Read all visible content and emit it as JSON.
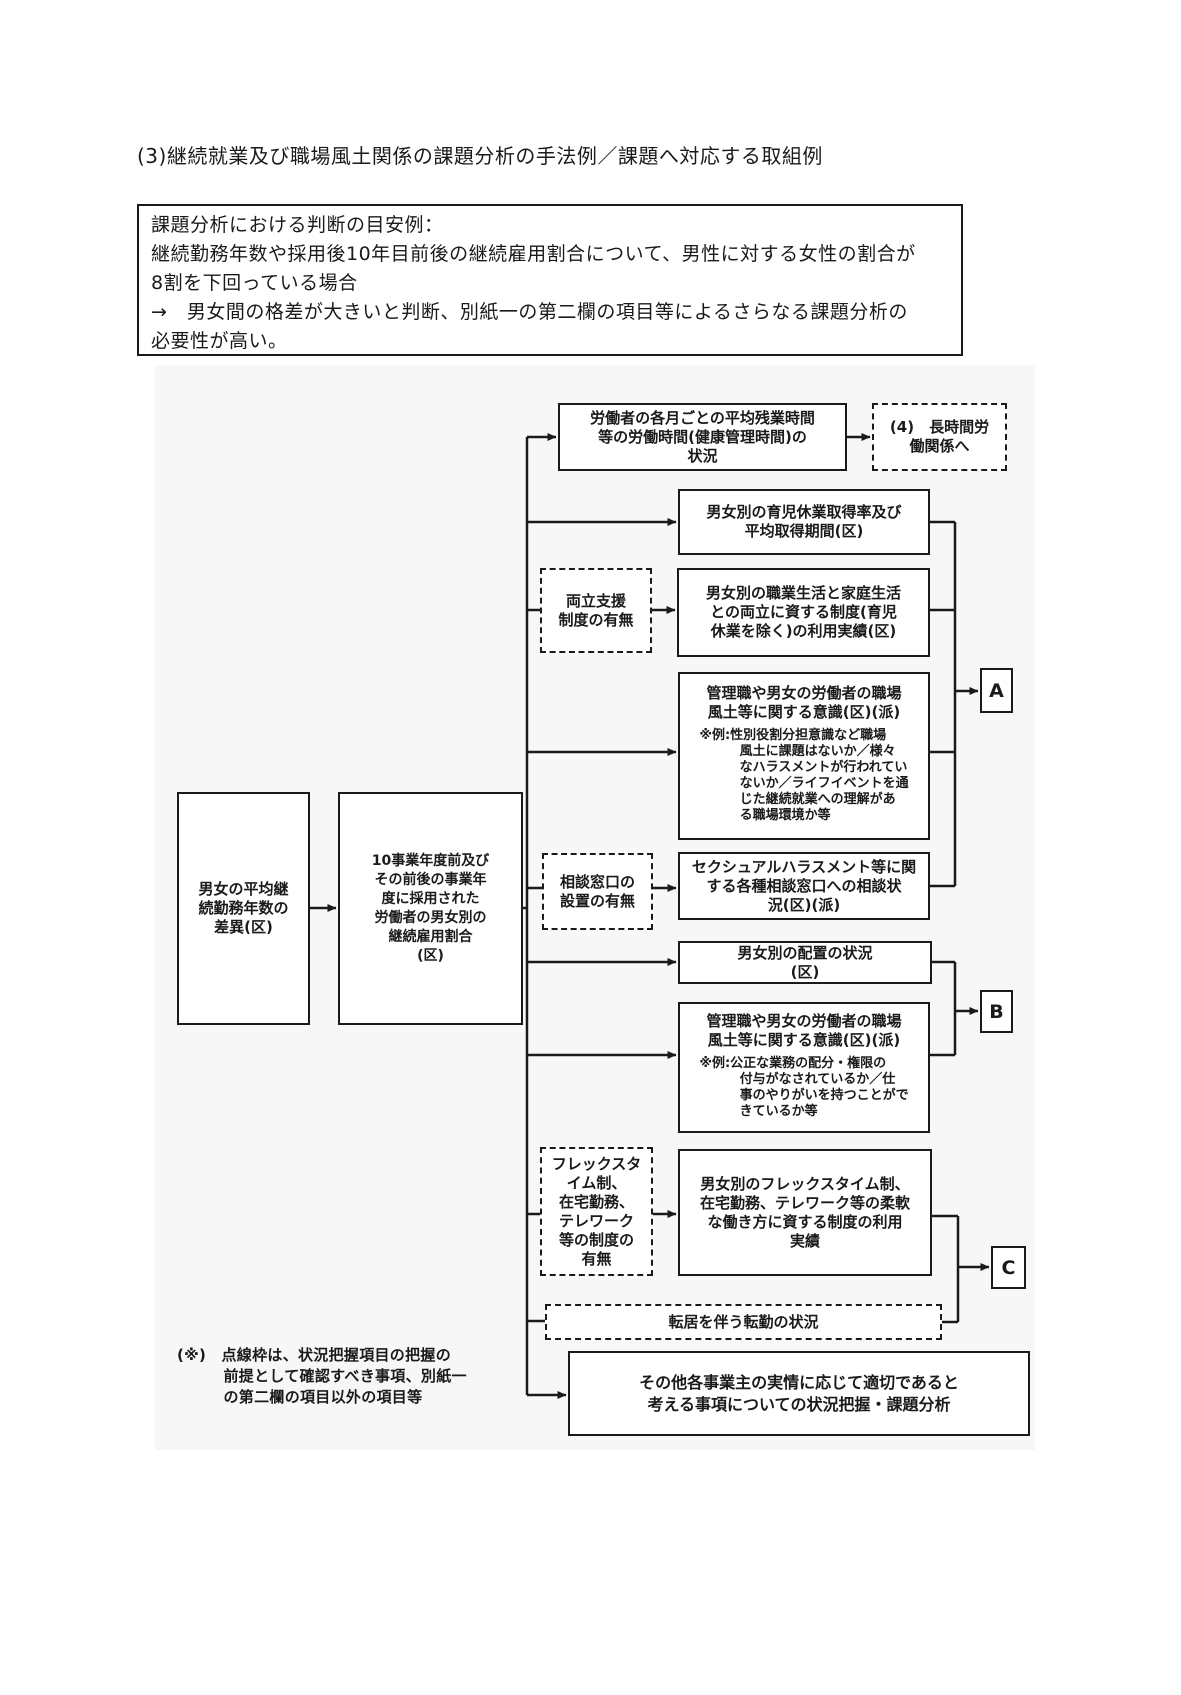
{
  "page": {
    "title": "(3)継続就業及び職場風土関係の課題分析の手法例／課題へ対応する取組例"
  },
  "guideline": {
    "text": "課題分析における判断の目安例：\n継続勤務年数や採用後10年目前後の継続雇用割合について、男性に対する女性の割合が\n8割を下回っている場合\n→　男女間の格差が大きいと判断、別紙一の第二欄の項目等によるさらなる課題分析の\n必要性が高い。"
  },
  "flowchart": {
    "colors": {
      "ink": "#1a1a1a",
      "figure_bg": "#f7f7f7"
    },
    "nodes": {
      "tenure": "男女の平均継\n続勤務年数の\n差異(区)",
      "hire_ratio": "10事業年度前及び\nその前後の事業年\n度に採用された\n労働者の男女別の\n継続雇用割合\n(区)",
      "worktime": "労働者の各月ごとの平均残業時間\n等の労働時間(健康管理時間)の\n状況",
      "long_hours": "(4)　長時間労\n働関係へ",
      "childcare": "男女別の育児休業取得率及び\n平均取得期間(区)",
      "support": "両立支援\n制度の有無",
      "balance": "男女別の職業生活と家庭生活\nとの両立に資する制度(育児\n休業を除く)の利用実績(区)",
      "awareness1_title": "管理職や男女の労働者の職場\n風土等に関する意識(区)(派)",
      "awareness1_note": "※例:性別役割分担意識など職場\n風土に課題はないか／様々\nなハラスメントが行われてい\nないか／ライフイベントを通\nじた継続就業への理解があ\nる職場環境か等",
      "consult": "相談窓口の\n設置の有無",
      "harassment": "セクシュアルハラスメント等に関\nする各種相談窓口への相談状\n況(区)(派)",
      "placement": "男女別の配置の状況\n(区)",
      "awareness2_title": "管理職や男女の労働者の職場\n風土等に関する意識(区)(派)",
      "awareness2_note": "※例:公正な業務の配分・権限の\n付与がなされているか／仕\n事のやりがいを持つことがで\nきているか等",
      "flex": "フレックスタ\nイム制、\n在宅勤務、\nテレワーク\n等の制度の\n有無",
      "flexible_use": "男女別のフレックスタイム制、\n在宅勤務、テレワーク等の柔軟\nな働き方に資する制度の利用\n実績",
      "relocation": "転居を伴う転勤の状況",
      "other": "その他各事業主の実情に応じて適切であると\n考える事項についての状況把握・課題分析"
    },
    "outputs": {
      "a": "A",
      "b": "B",
      "c": "C"
    },
    "note": "(※)　点線枠は、状況把握項目の把握の\n前提として確認すべき事項、別紙一\nの第二欄の項目以外の項目等"
  }
}
